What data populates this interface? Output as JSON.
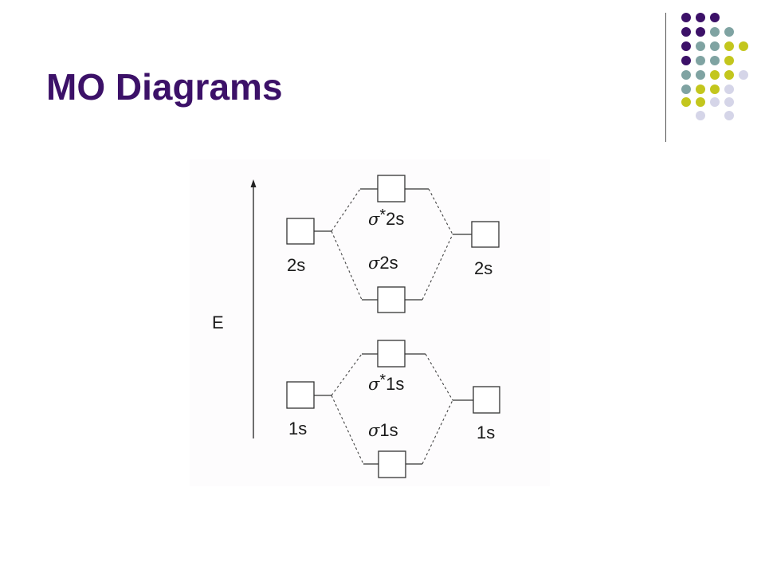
{
  "slide": {
    "title": "MO Diagrams",
    "accent_colors": {
      "title": "#3c1168",
      "purple": "#3c1168",
      "teal": "#7fa3a2",
      "lime": "#c3c61d",
      "lavender": "#d5d5e8"
    }
  },
  "diagram": {
    "energy_label": "E",
    "sigma_symbol": "σ",
    "star_symbol": "*",
    "left_2s": "2s",
    "right_2s": "2s",
    "sigma_star_2s": "2s",
    "sigma_2s": "2s",
    "left_1s": "1s",
    "right_1s": "1s",
    "sigma_star_1s": "1s",
    "sigma_1s": "1s"
  }
}
